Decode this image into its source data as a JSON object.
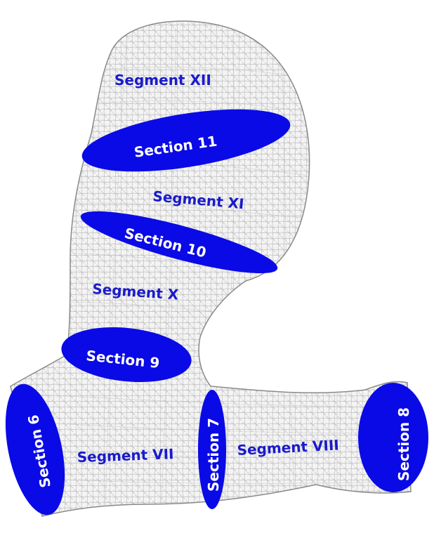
{
  "colors": {
    "mesh_fill": "#f4f4f4",
    "mesh_line": "#b8b8b8",
    "mesh_outline": "#8a8a8a",
    "section_fill": "#0a0ae6",
    "segment_text": "#1a1acc",
    "section_text": "#ffffff"
  },
  "segments": {
    "xii": "Segment XII",
    "xi": "Segment XI",
    "x": "Segment X",
    "vii": "Segment VII",
    "viii": "Segment VIII"
  },
  "sections": {
    "s11": "Section 11",
    "s10": "Section 10",
    "s9": "Section 9",
    "s6": "Section 6",
    "s7": "Section 7",
    "s8": "Section 8"
  }
}
